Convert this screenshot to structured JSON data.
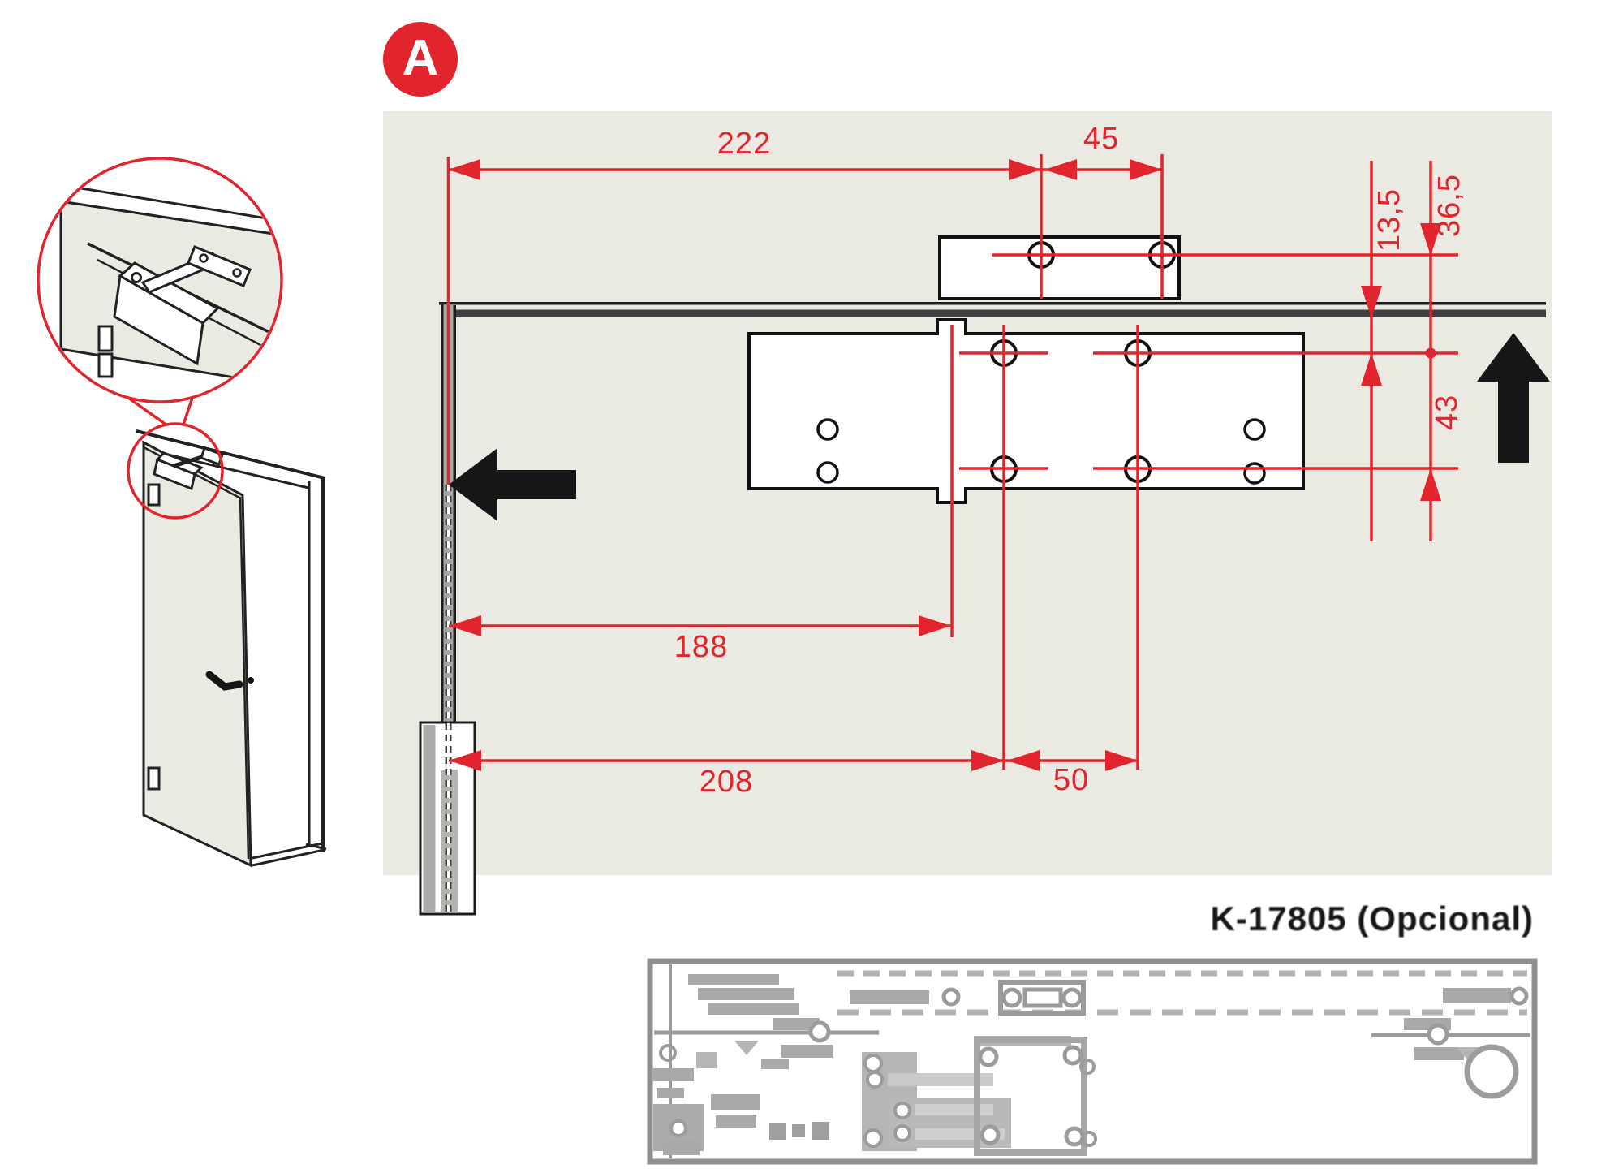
{
  "colors": {
    "accent_red": "#e2242d",
    "panel_bg": "#ebeae2",
    "line_black": "#1c1c1c",
    "door_dark": "#3f3f3f",
    "template_gray": "#9b9b9b"
  },
  "badge": {
    "label": "A"
  },
  "dimensions": {
    "d222": "222",
    "d45": "45",
    "d13_5": "13,5",
    "d36_5": "36,5",
    "d43": "43",
    "d188": "188",
    "d208": "208",
    "d50": "50"
  },
  "template": {
    "label_code": "K-17805",
    "label_suffix": " (Opcional)"
  }
}
